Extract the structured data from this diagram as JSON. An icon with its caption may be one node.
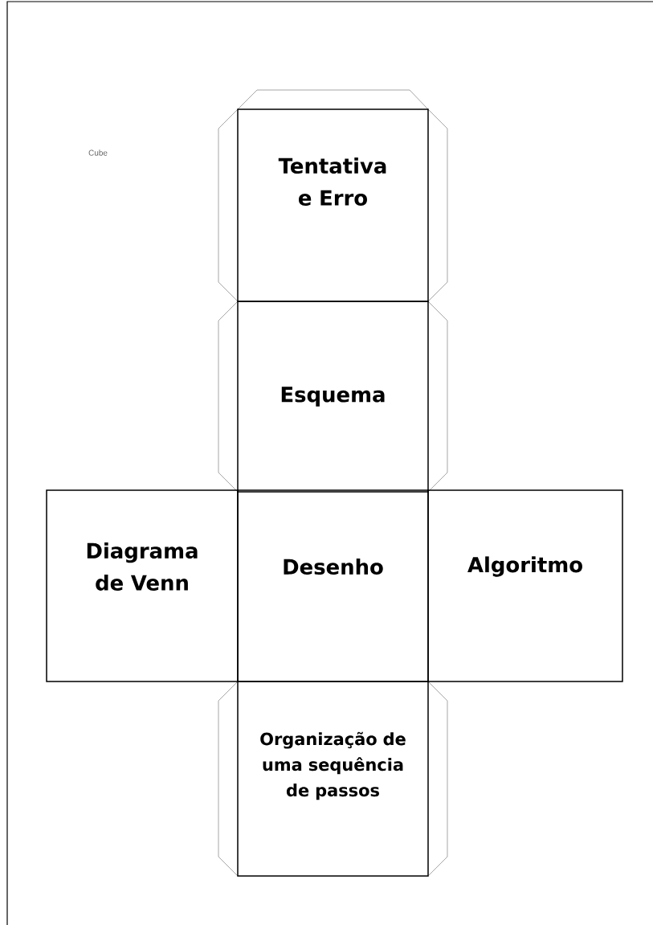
{
  "diagram": {
    "nodes": [
      {
        "text": [
          "Tentativa e Erro"
        ]
      },
      {
        "text": [
          "Esquema"
        ]
      },
      {
        "text": [
          "Diagrama de Venn"
        ]
      },
      {
        "text": [
          "Desenho"
        ]
      },
      {
        "text": [
          "Algoritmo"
        ]
      },
      {
        "text": [
          "Organização de uma sequência de passos"
        ]
      }
    ],
    "labels": [
      "Cube"
    ]
  }
}
